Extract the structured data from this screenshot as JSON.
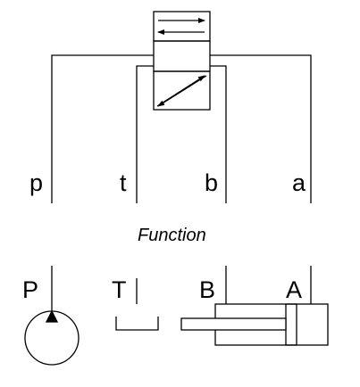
{
  "valve_ports": {
    "p": "p",
    "t": "t",
    "b": "b",
    "a": "a"
  },
  "function_label": "Function",
  "components": {
    "pump_label": "P",
    "tank_label": "T",
    "cylinder_port_b": "B",
    "cylinder_port_a": "A"
  },
  "colors": {
    "line": "#000000",
    "background": "#ffffff"
  }
}
